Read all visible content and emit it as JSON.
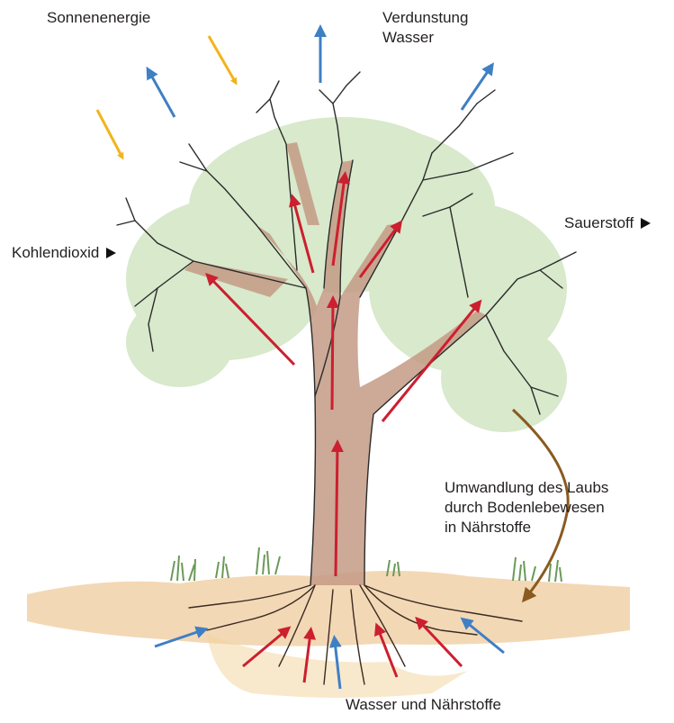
{
  "labels": {
    "sun": "Sonnenenergie",
    "evaporation_line1": "Verdunstung",
    "evaporation_line2": "Wasser",
    "co2": "Kohlendioxid",
    "oxygen": "Sauerstoff",
    "conversion_line1": "Umwandlung des Laubs",
    "conversion_line2": "durch Bodenlebewesen",
    "conversion_line3": "in Nährstoffe",
    "water_nutrients": "Wasser und Nährstoffe"
  },
  "colors": {
    "sun_arrow": "#f2b41c",
    "water_arrow": "#3f7fc4",
    "sap_arrow": "#cc1f2f",
    "leaf_cycle_arrow": "#8a5a1f",
    "foliage": "#b9d8a4",
    "trunk": "#c49a85",
    "soil": "#eab87a",
    "grass": "#6a9a58"
  },
  "icons": {
    "co2_marker": "triangle-right",
    "oxygen_marker": "triangle-right"
  }
}
